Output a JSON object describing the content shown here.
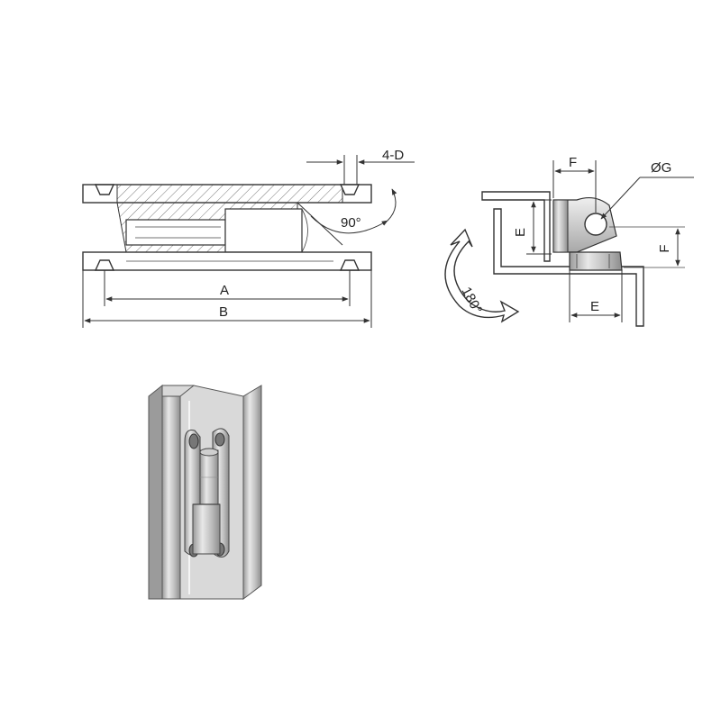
{
  "labels": {
    "dim_4d": "4-D",
    "dim_angle": "90°",
    "dim_a": "A",
    "dim_b": "B",
    "dim_f_top": "F",
    "dim_g": "ØG",
    "dim_e_left": "E",
    "dim_f_right": "F",
    "dim_e_bottom": "E",
    "dim_rotation": "180°"
  },
  "colors": {
    "line": "#333333",
    "hatch": "#555555",
    "metal_light": "#e6e6e6",
    "metal_mid": "#bdbdbd",
    "metal_dark": "#8a8a8a"
  }
}
